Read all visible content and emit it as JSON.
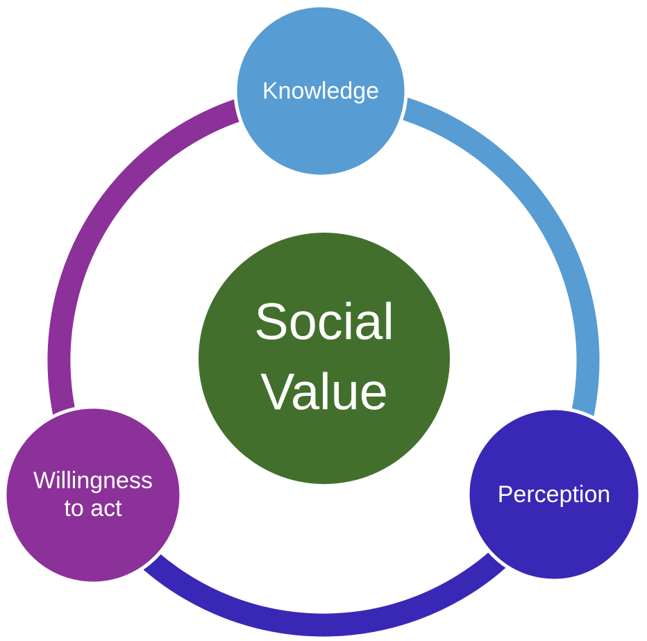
{
  "diagram": {
    "type": "cycle-diagram",
    "center": {
      "label": "Social\nValue"
    },
    "nodes": [
      {
        "id": "knowledge",
        "label": "Knowledge"
      },
      {
        "id": "perception",
        "label": "Perception"
      },
      {
        "id": "willingness",
        "label": "Willingness\nto act"
      }
    ]
  },
  "colors": {
    "knowledge_blue": "#579CD3",
    "perception_indigo": "#3928B5",
    "willingness_purple": "#8C3199",
    "center_green": "#42702C",
    "label_text": "#FFFFFF",
    "background": "#FFFFFF"
  }
}
